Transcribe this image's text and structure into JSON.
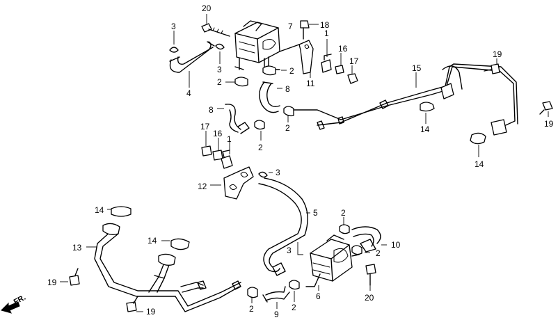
{
  "callouts": {
    "c20_top": "20",
    "c7": "7",
    "c18": "18",
    "c3_top": "3",
    "c3_mid": "3",
    "c4": "4",
    "c1_top": "1",
    "c16_top": "16",
    "c17_top": "17",
    "c2_a": "2",
    "c2_b": "2",
    "c8_a": "8",
    "c8_b": "8",
    "c11": "11",
    "c15": "15",
    "c19_tr": "19",
    "c19_r": "19",
    "c14_a": "14",
    "c14_b": "14",
    "c2_c": "2",
    "c17_mid": "17",
    "c16_mid": "16",
    "c1_mid": "1",
    "c2_d": "2",
    "c3_c": "3",
    "c12": "12",
    "c5": "5",
    "c14_c": "14",
    "c13": "13",
    "c14_d": "14",
    "c2_e": "2",
    "c10": "10",
    "c3_d": "3",
    "c2_f": "2",
    "c19_l": "19",
    "c19_b": "19",
    "c9": "9",
    "c2_g": "2",
    "c2_h": "2",
    "c6": "6",
    "c20_b": "20"
  },
  "direction_label": "FR."
}
